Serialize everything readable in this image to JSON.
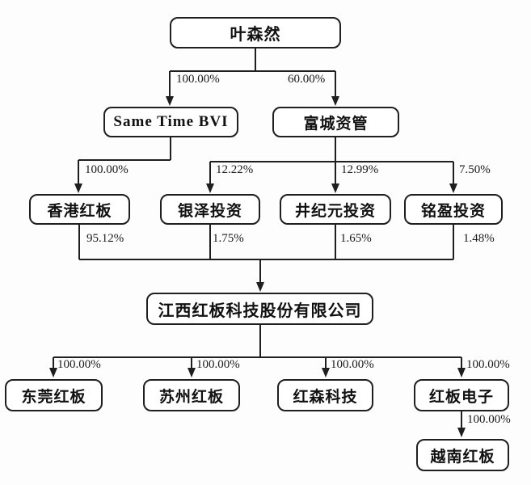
{
  "diagram": {
    "type": "org-equity-structure",
    "colors": {
      "line": "#1f1f1f",
      "box_border": "#1f1f1f",
      "box_fill": "#ffffff",
      "text": "#111111",
      "background": "#fdfdfe"
    },
    "nodes": {
      "ye_senran": {
        "label": "叶森然"
      },
      "same_time_bvi": {
        "label": "Same Time BVI"
      },
      "fucheng_ziguan": {
        "label": "富城资管"
      },
      "hk_hongban": {
        "label": "香港红板"
      },
      "yinze_touzi": {
        "label": "银泽投资"
      },
      "jingjiyuan": {
        "label": "井纪元投资"
      },
      "mingying_touzi": {
        "label": "铭盈投资"
      },
      "jiangxi_hongban": {
        "label": "江西红板科技股份有限公司"
      },
      "dongguan": {
        "label": "东莞红板"
      },
      "suzhou": {
        "label": "苏州红板"
      },
      "hongsen_keji": {
        "label": "红森科技"
      },
      "hongban_dianzi": {
        "label": "红板电子"
      },
      "yuenan_hongban": {
        "label": "越南红板"
      }
    },
    "edges": {
      "ye_to_bvi": {
        "from": "ye_senran",
        "to": "same_time_bvi",
        "label": "100.00%"
      },
      "ye_to_fucheng": {
        "from": "ye_senran",
        "to": "fucheng_ziguan",
        "label": "60.00%"
      },
      "bvi_to_hk": {
        "from": "same_time_bvi",
        "to": "hk_hongban",
        "label": "100.00%"
      },
      "fucheng_to_yinze": {
        "from": "fucheng_ziguan",
        "to": "yinze_touzi",
        "label": "12.22%"
      },
      "fucheng_to_jing": {
        "from": "fucheng_ziguan",
        "to": "jingjiyuan",
        "label": "12.99%"
      },
      "fucheng_to_mingying": {
        "from": "fucheng_ziguan",
        "to": "mingying_touzi",
        "label": "7.50%"
      },
      "hk_to_jiangxi": {
        "from": "hk_hongban",
        "to": "jiangxi_hongban",
        "label": "95.12%"
      },
      "yinze_to_jiangxi": {
        "from": "yinze_touzi",
        "to": "jiangxi_hongban",
        "label": "1.75%"
      },
      "jing_to_jiangxi": {
        "from": "jingjiyuan",
        "to": "jiangxi_hongban",
        "label": "1.65%"
      },
      "mingying_to_jiangxi": {
        "from": "mingying_touzi",
        "to": "jiangxi_hongban",
        "label": "1.48%"
      },
      "jiangxi_to_dongguan": {
        "from": "jiangxi_hongban",
        "to": "dongguan",
        "label": "100.00%"
      },
      "jiangxi_to_suzhou": {
        "from": "jiangxi_hongban",
        "to": "suzhou",
        "label": "100.00%"
      },
      "jiangxi_to_hongsen": {
        "from": "jiangxi_hongban",
        "to": "hongsen_keji",
        "label": "100.00%"
      },
      "jiangxi_to_dianzi": {
        "from": "jiangxi_hongban",
        "to": "hongban_dianzi",
        "label": "100.00%"
      },
      "dianzi_to_yuenan": {
        "from": "hongban_dianzi",
        "to": "yuenan_hongban",
        "label": "100.00%"
      }
    }
  }
}
